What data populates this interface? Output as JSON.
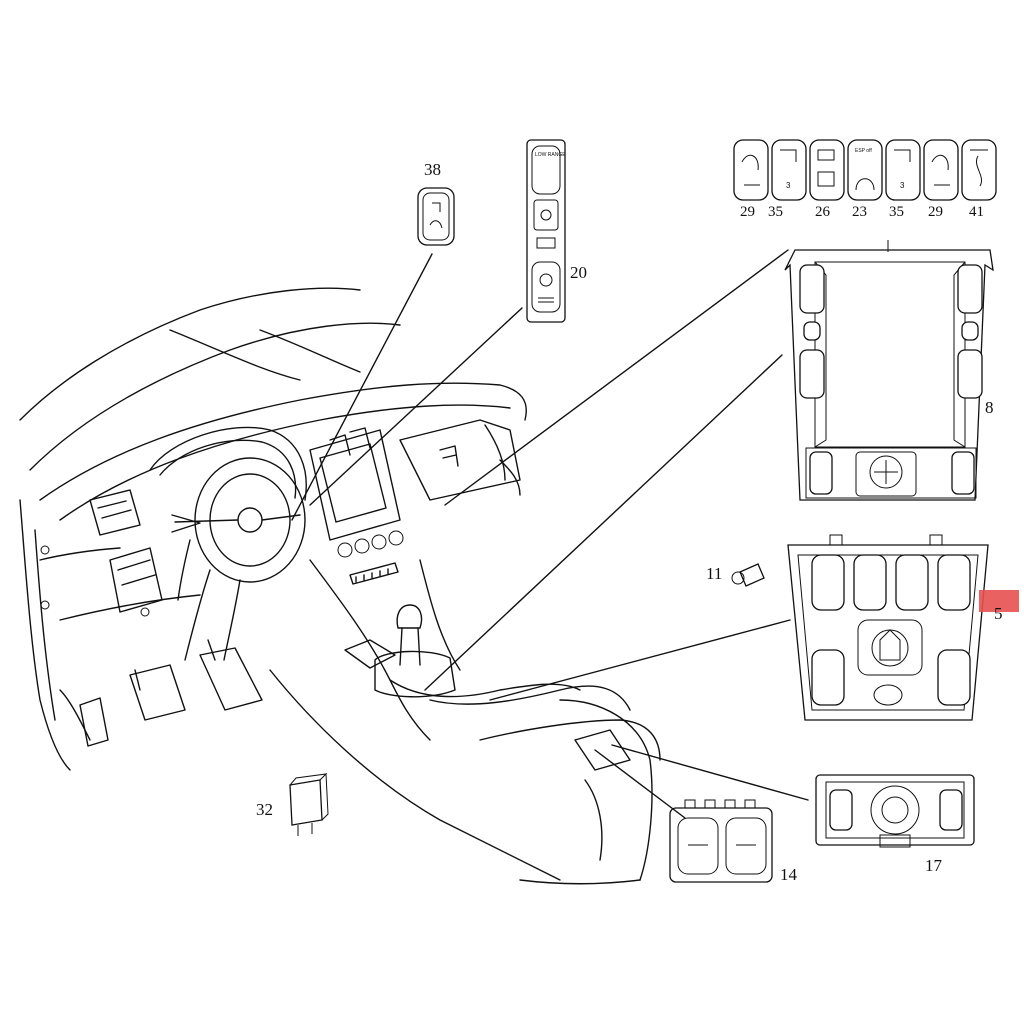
{
  "diagram": {
    "parts": [
      {
        "id": "38",
        "label": "38"
      },
      {
        "id": "20",
        "label": "20"
      },
      {
        "id": "8",
        "label": "8"
      },
      {
        "id": "11",
        "label": "11"
      },
      {
        "id": "5",
        "label": "5"
      },
      {
        "id": "32",
        "label": "32"
      },
      {
        "id": "14",
        "label": "14"
      },
      {
        "id": "17",
        "label": "17"
      }
    ],
    "switch_row_labels": [
      "29",
      "35",
      "26",
      "23",
      "35",
      "29",
      "41"
    ],
    "switch_text": {
      "low_range": "LOW RANGE",
      "esp_off": "ESP off",
      "switch_3a": "3",
      "switch_3b": "3"
    },
    "highlight_color": "#e85050"
  }
}
